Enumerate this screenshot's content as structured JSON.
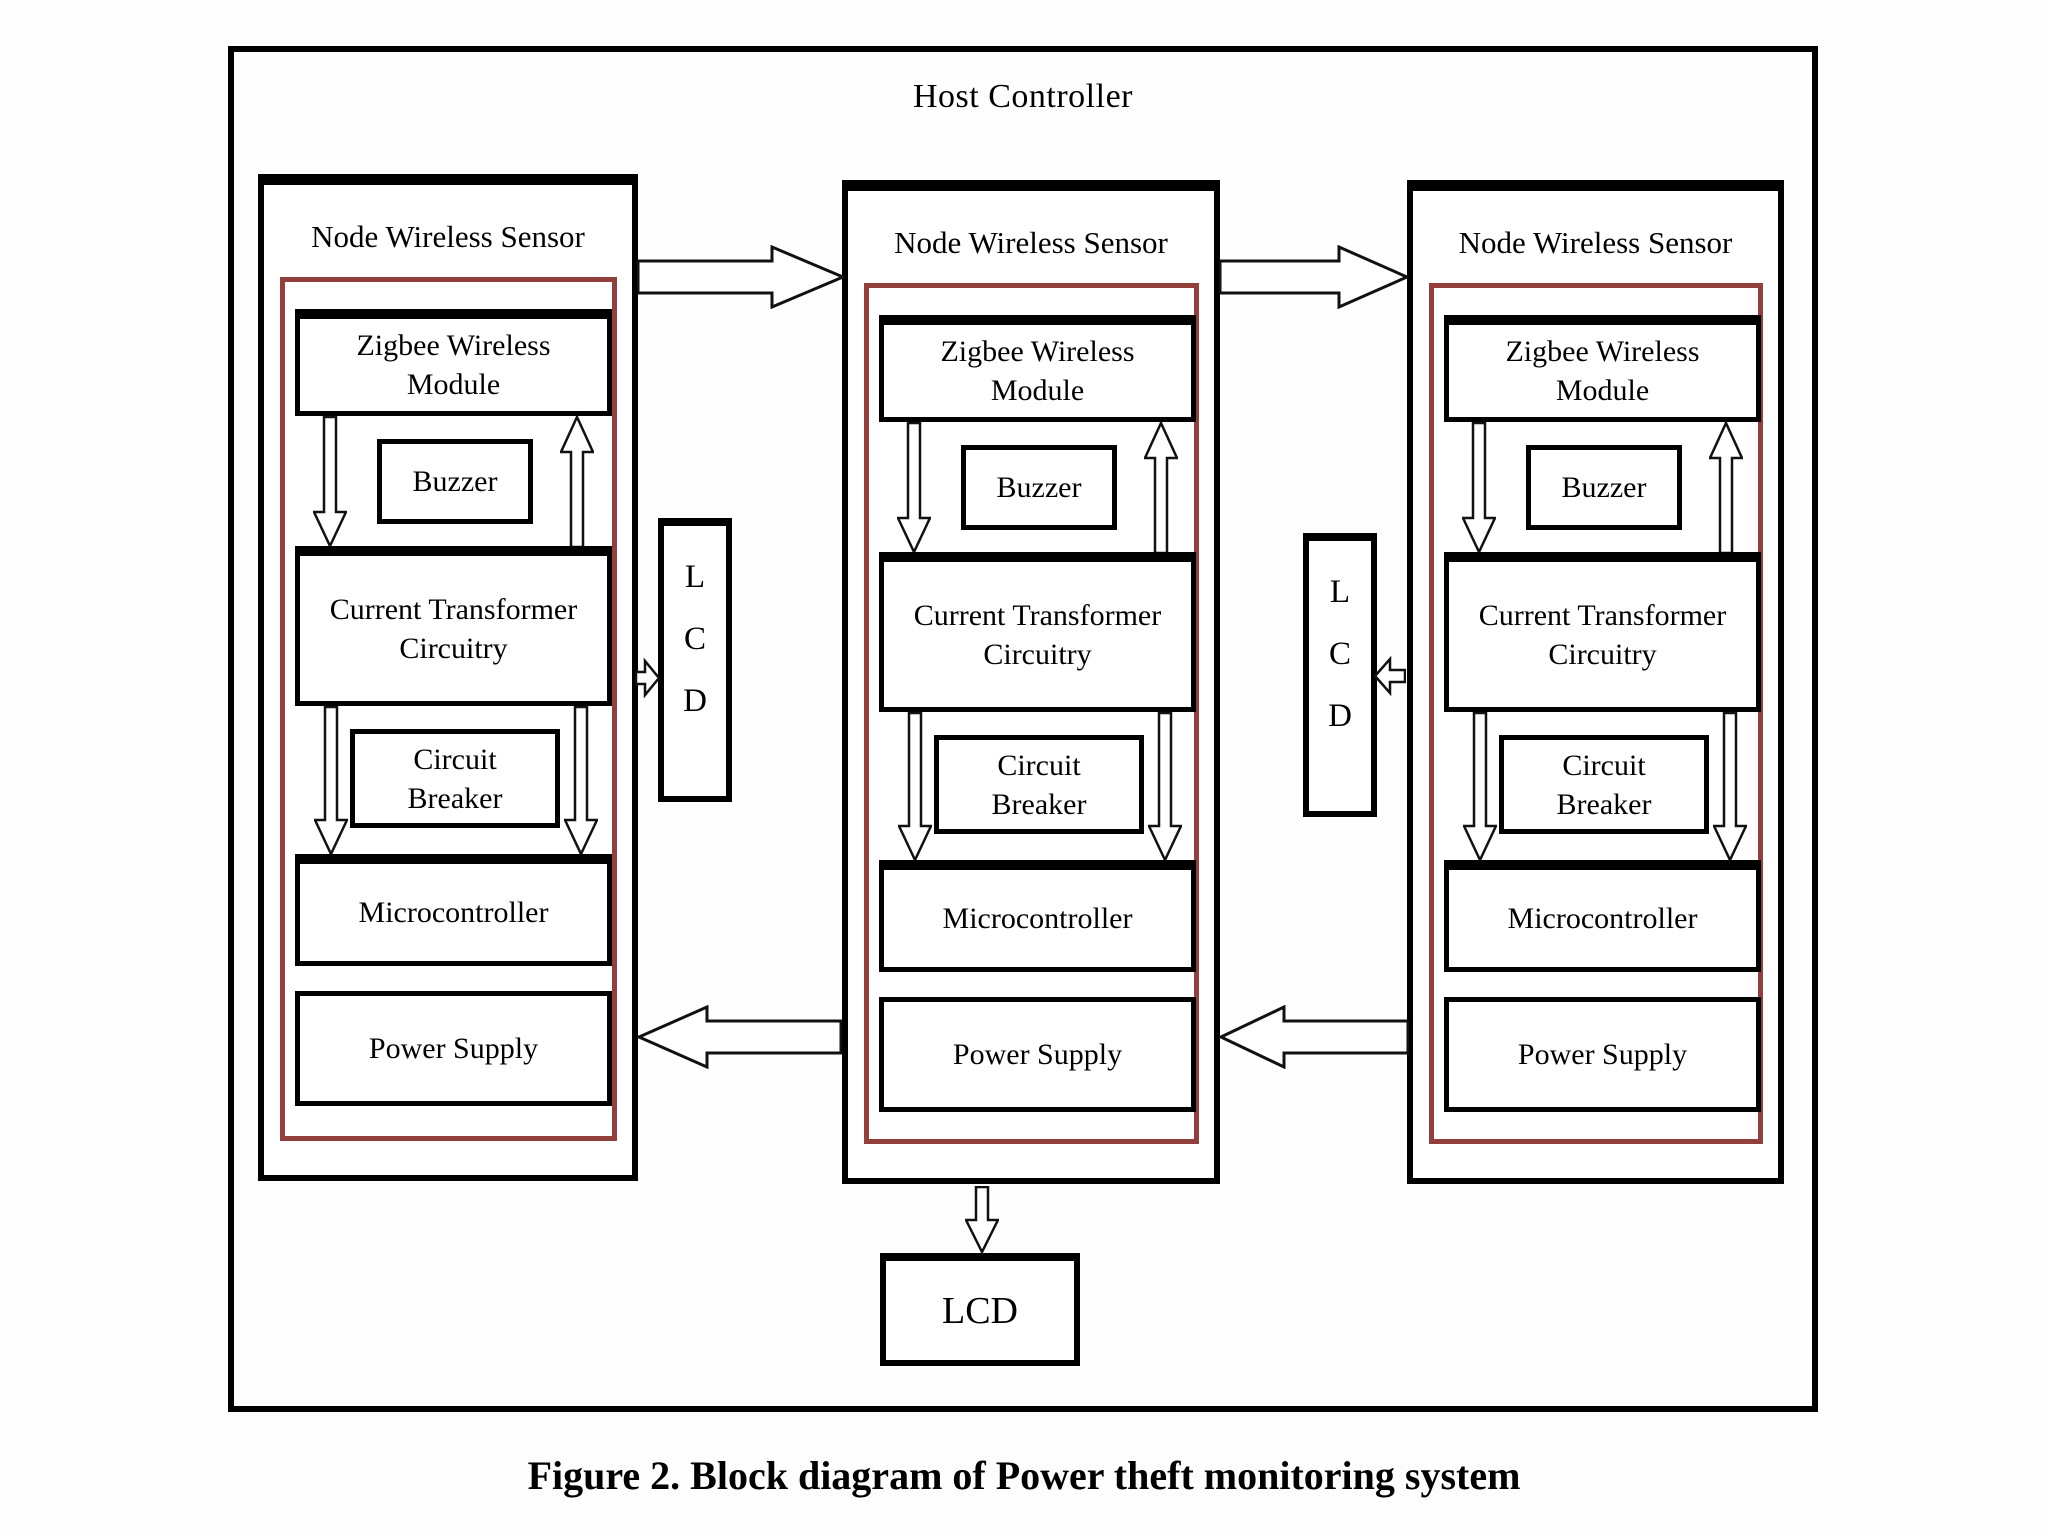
{
  "colors": {
    "inner_frame_red": "#93403d",
    "diagram_line_black": "#000000",
    "arrow_fill_white": "#ffffff"
  },
  "host": {
    "label": "Host Controller"
  },
  "nodes": [
    {
      "title": "Node Wireless Sensor",
      "blocks": {
        "zigbee": "Zigbee Wireless Module",
        "buzzer": "Buzzer",
        "current_transformer": "Current Transformer Circuitry",
        "circuit_breaker": "Circuit Breaker",
        "microcontroller": "Microcontroller",
        "power_supply": "Power Supply"
      }
    },
    {
      "title": "Node Wireless Sensor",
      "blocks": {
        "zigbee": "Zigbee Wireless Module",
        "buzzer": "Buzzer",
        "current_transformer": "Current Transformer Circuitry",
        "circuit_breaker": "Circuit Breaker",
        "microcontroller": "Microcontroller",
        "power_supply": "Power Supply"
      }
    },
    {
      "title": "Node Wireless Sensor",
      "blocks": {
        "zigbee": "Zigbee Wireless Module",
        "buzzer": "Buzzer",
        "current_transformer": "Current Transformer Circuitry",
        "circuit_breaker": "Circuit Breaker",
        "microcontroller": "Microcontroller",
        "power_supply": "Power Supply"
      }
    }
  ],
  "lcd_left": {
    "letters": [
      "L",
      "C",
      "D"
    ]
  },
  "lcd_right": {
    "letters": [
      "L",
      "C",
      "D"
    ]
  },
  "lcd_bottom": {
    "label": "LCD"
  },
  "caption": {
    "text": "Figure 2. Block diagram of Power theft monitoring system"
  }
}
